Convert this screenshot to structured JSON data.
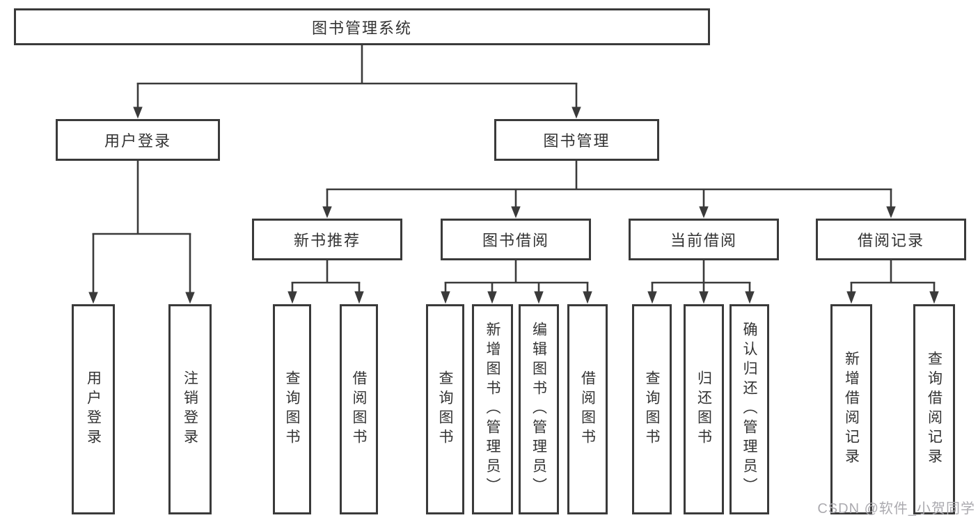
{
  "colors": {
    "line": "#3a3a3a",
    "text": "#333333",
    "background": "#ffffff",
    "watermark": "#abaaaf"
  },
  "watermark": {
    "text": "CSDN @软件_小贺同学"
  },
  "tree": {
    "root": {
      "label": "图书管理系统"
    },
    "branches": [
      {
        "label": "用户登录",
        "children": [
          {
            "label": "用户登录"
          },
          {
            "label": "注销登录"
          }
        ]
      },
      {
        "label": "图书管理",
        "children": [
          {
            "label": "新书推荐",
            "children": [
              {
                "label": "查询图书"
              },
              {
                "label": "借阅图书"
              }
            ]
          },
          {
            "label": "图书借阅",
            "children": [
              {
                "label": "查询图书"
              },
              {
                "label": "新增图书（管理员）"
              },
              {
                "label": "编辑图书（管理员）"
              },
              {
                "label": "借阅图书"
              }
            ]
          },
          {
            "label": "当前借阅",
            "children": [
              {
                "label": "查询图书"
              },
              {
                "label": "归还图书"
              },
              {
                "label": "确认归还（管理员）"
              }
            ]
          },
          {
            "label": "借阅记录",
            "children": [
              {
                "label": "新增借阅记录"
              },
              {
                "label": "查询借阅记录"
              }
            ]
          }
        ]
      }
    ]
  }
}
